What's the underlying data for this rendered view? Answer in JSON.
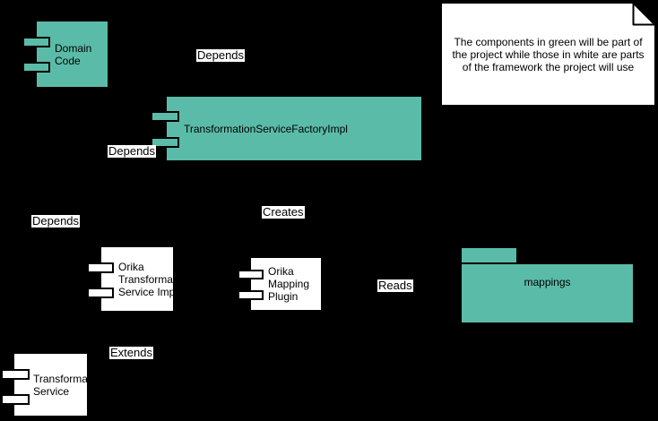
{
  "colors": {
    "background": "#000000",
    "green": "#5ABCA8",
    "white": "#FFFFFF",
    "text": "#000000"
  },
  "note": {
    "text": "The components in green will be part of the project while those in white are parts of the framework the project will use"
  },
  "components": {
    "domain_code": {
      "label": "Domain\nCode",
      "fill": "green"
    },
    "factory": {
      "label": "TransformationServiceFactoryImpl",
      "fill": "green"
    },
    "orika_service": {
      "label": "Orika\nTransformation\nService Impl",
      "fill": "white"
    },
    "orika_plugin": {
      "label": "Orika\nMapping\nPlugin",
      "fill": "white"
    },
    "transformation_service": {
      "label": "Transformation\nService",
      "fill": "white"
    }
  },
  "package": {
    "label": "mappings",
    "fill": "green"
  },
  "edge_labels": {
    "depends_top": "Depends",
    "depends_middle": "Depends",
    "depends_left": "Depends",
    "creates": "Creates",
    "reads": "Reads",
    "extends": "Extends"
  }
}
